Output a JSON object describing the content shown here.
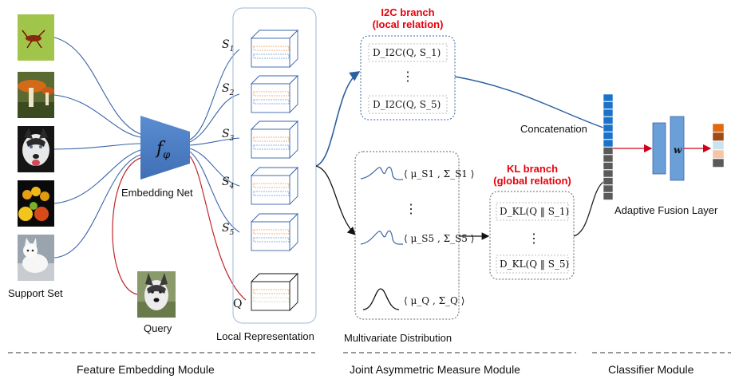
{
  "support_set": {
    "label": "Support Set",
    "images": [
      "ant-image",
      "mushroom-image",
      "husky-dog-image",
      "fruit-image",
      "arctic-fox-image"
    ]
  },
  "query": {
    "label": "Query",
    "image": "husky-query-image"
  },
  "embedding": {
    "symbol": "f",
    "subscript": "φ",
    "label": "Embedding Net"
  },
  "local_rep": {
    "label": "Local Representation",
    "items": [
      "S1",
      "S2",
      "S3",
      "S4",
      "S5",
      "Q"
    ]
  },
  "i2c": {
    "title": "I2C branch",
    "subtitle": "(local relation)",
    "entries": [
      "D_I2C(Q, S_1)",
      "D_I2C(Q, S_5)"
    ],
    "dots": "⋮"
  },
  "distribution": {
    "label": "Multivariate Distribution",
    "entries": [
      "⟨ μ_S1 , Σ_S1 ⟩",
      "⟨ μ_S5 , Σ_S5 ⟩",
      "⟨ μ_Q , Σ_Q ⟩"
    ],
    "dots": "⋮"
  },
  "kl": {
    "title": "KL branch",
    "subtitle": "(global relation)",
    "entries": [
      "D_KL(Q ‖ S_1)",
      "D_KL(Q ‖ S_5)"
    ],
    "dots": "⋮"
  },
  "fusion": {
    "concat_label": "Concatenation",
    "weight": "w",
    "label": "Adaptive Fusion Layer"
  },
  "modules": [
    "Feature Embedding Module",
    "Joint Asymmetric Measure Module",
    "Classifier Module"
  ],
  "colors": {
    "blue_line": "#3a64a8",
    "red_line": "#c0272d",
    "net_fill": "#4a7cc4",
    "concat_blue": "#1a73c9",
    "concat_gray": "#5a5a5a",
    "orange_stripe": "#f0a060",
    "blue_stripe": "#6a9fd8",
    "output": [
      "#e06a10",
      "#a04a18",
      "#c8e4f0",
      "#f4c6a6",
      "#5a5a5a"
    ]
  }
}
